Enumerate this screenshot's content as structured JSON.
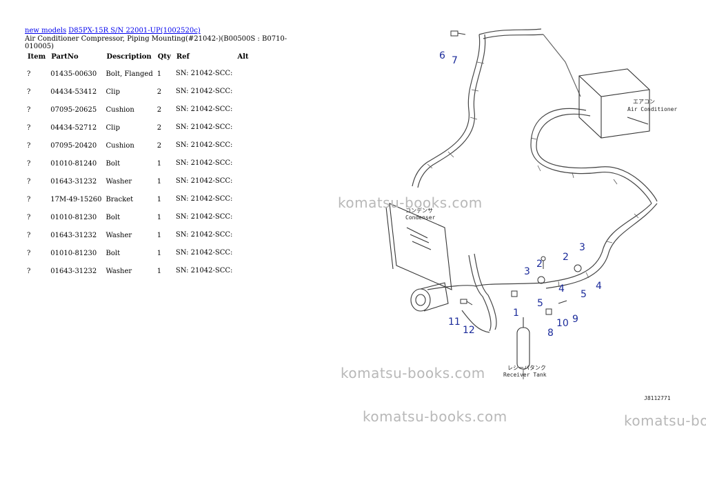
{
  "breadcrumb": {
    "link1": "new models",
    "link2": "D85PX-15R S/N 22001-UP(1002520c)"
  },
  "subtitle": "Air Conditioner Compressor, Piping Mounting(#21042-)(B00500S : B0710-010005)",
  "table": {
    "headers": [
      "Item",
      "PartNo",
      "Description",
      "Qty",
      "Ref",
      "Alt"
    ],
    "rows": [
      {
        "item": "?",
        "part": "01435-00630",
        "desc": "Bolt, Flanged",
        "qty": "1",
        "ref": "SN: 21042-SCC:"
      },
      {
        "item": "?",
        "part": "04434-53412",
        "desc": "Clip",
        "qty": "2",
        "ref": "SN: 21042-SCC:"
      },
      {
        "item": "?",
        "part": "07095-20625",
        "desc": "Cushion",
        "qty": "2",
        "ref": "SN: 21042-SCC:"
      },
      {
        "item": "?",
        "part": "04434-52712",
        "desc": "Clip",
        "qty": "2",
        "ref": "SN: 21042-SCC:"
      },
      {
        "item": "?",
        "part": "07095-20420",
        "desc": "Cushion",
        "qty": "2",
        "ref": "SN: 21042-SCC:"
      },
      {
        "item": "?",
        "part": "01010-81240",
        "desc": "Bolt",
        "qty": "1",
        "ref": "SN: 21042-SCC:"
      },
      {
        "item": "?",
        "part": "01643-31232",
        "desc": "Washer",
        "qty": "1",
        "ref": "SN: 21042-SCC:"
      },
      {
        "item": "?",
        "part": "17M-49-15260",
        "desc": "Bracket",
        "qty": "1",
        "ref": "SN: 21042-SCC:"
      },
      {
        "item": "?",
        "part": "01010-81230",
        "desc": "Bolt",
        "qty": "1",
        "ref": "SN: 21042-SCC:"
      },
      {
        "item": "?",
        "part": "01643-31232",
        "desc": "Washer",
        "qty": "1",
        "ref": "SN: 21042-SCC:"
      },
      {
        "item": "?",
        "part": "01010-81230",
        "desc": "Bolt",
        "qty": "1",
        "ref": "SN: 21042-SCC:"
      },
      {
        "item": "?",
        "part": "01643-31232",
        "desc": "Washer",
        "qty": "1",
        "ref": "SN: 21042-SCC:"
      }
    ]
  },
  "diagram": {
    "labels": {
      "air_conditioner_jp": "エアコン",
      "air_conditioner": "Air Conditioner",
      "condenser_jp": "コンデンサ",
      "condenser": "Condenser",
      "receiver_tank_jp": "レシーバタンク",
      "receiver_tank": "Receiver Tank",
      "figure_code": "J8112771"
    },
    "callouts": [
      "1",
      "2",
      "3",
      "4",
      "5",
      "6",
      "7",
      "8",
      "9",
      "10",
      "11",
      "12",
      "2",
      "3",
      "4",
      "5"
    ]
  },
  "watermark": "komatsu-books.com"
}
